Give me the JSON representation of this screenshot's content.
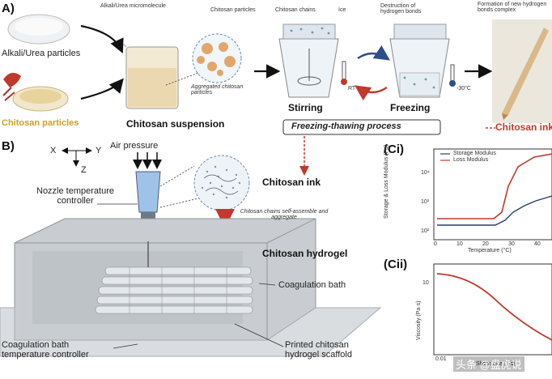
{
  "panel_a": {
    "label": "A)",
    "legend": {
      "alkali_urea": "Alkali/Urea micromolecule",
      "chitosan_particles": "Chitosan particles",
      "chitosan_chains": "Chitosan chains",
      "ice": "Ice",
      "destruction": "Destruction of hydrogen bonds",
      "formation": "Formation of new hydrogen bonds complex"
    },
    "alkali_label": "Alkali/Urea particles",
    "chitosan_particles_label": "Chitosan particles",
    "aggregated_label": "Aggregated chitosan particles",
    "suspension_label": "Chitosan suspension",
    "stirring_label": "Stirring",
    "freezing_label": "Freezing",
    "rt_label": "RT",
    "temp_label": "-30°C",
    "process_label": "Freezing-thawing process",
    "ink_label": "Chitosan ink"
  },
  "panel_b": {
    "label": "B)",
    "axis_x": "X",
    "axis_y": "Y",
    "axis_z": "Z",
    "air_pressure": "Air pressure",
    "nozzle_label": "Nozzle temperature controller",
    "chitosan_ink": "Chitosan ink",
    "self_assemble": "Chitosan chains self-assemble and aggregate",
    "hydrogel": "Chitosan hydrogel",
    "coag_bath": "Coagulation bath",
    "coag_temp": "Coagulation bath temperature controller",
    "printed": "Printed chitosan hydrogel scaffold"
  },
  "panel_ci": {
    "label": "(Ci)",
    "legend_storage": "Storage Modulus",
    "legend_loss": "Loss Modulus",
    "xlabel": "Temperature (°C)",
    "ylabel": "Storage & Loss Modulus (Pa)",
    "xticks": [
      "0",
      "10",
      "20",
      "30",
      "40"
    ],
    "yticks": [
      "10²",
      "10³",
      "10⁴"
    ],
    "colors": {
      "storage": "#c0392b",
      "loss": "#2c3e70"
    }
  },
  "panel_cii": {
    "label": "(Cii)",
    "xlabel": "Shear rate (1/s)",
    "ylabel": "Viscosity (Pa·s)",
    "xticks": [
      "0.01"
    ],
    "yticks": [
      "10"
    ],
    "color": "#c0392b"
  },
  "watermark": "头条 @盘虎说"
}
